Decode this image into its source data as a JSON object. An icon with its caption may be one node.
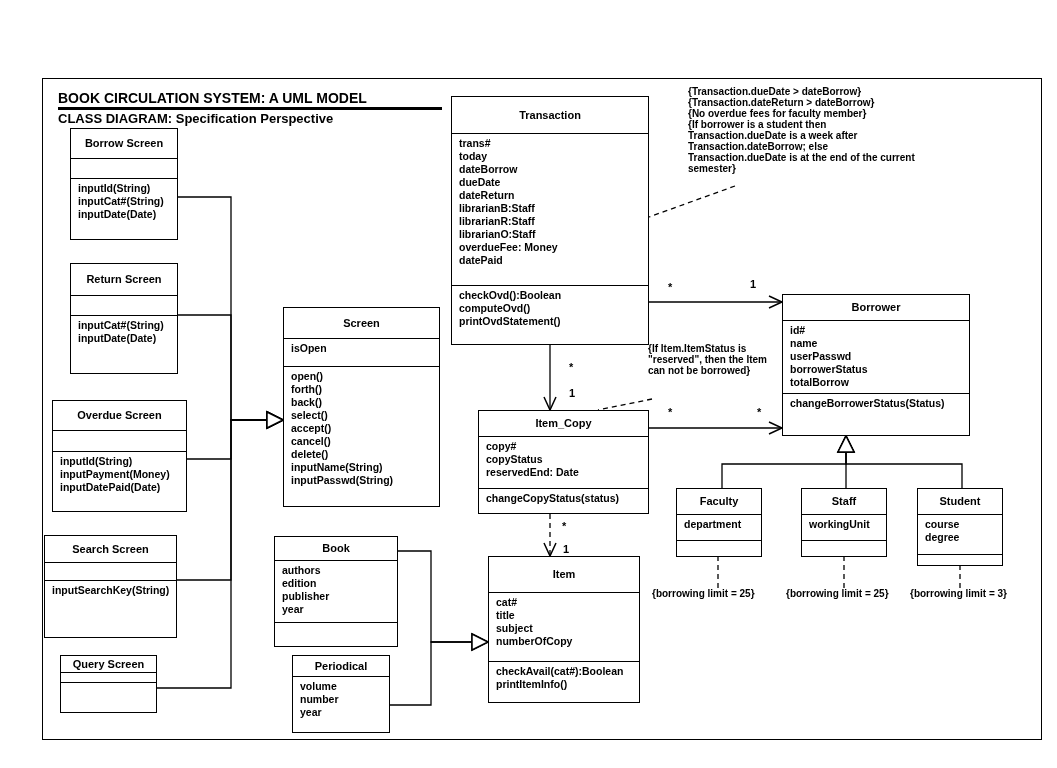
{
  "diagram": {
    "title": "BOOK CIRCULATION SYSTEM: A UML MODEL",
    "nodes": [
      {
        "text": [
          "Borrow Screen"
        ]
      },
      {
        "text": [],
        "shape": "box",
        "in": 0
      },
      {
        "text": [
          "inputId(String)",
          "inputCat#(String)",
          "inputDate(Date)"
        ],
        "in": 0
      },
      {
        "text": [
          "Transaction"
        ]
      },
      {
        "text": [
          "trans#",
          "today",
          "dateBorrow",
          "dueDate",
          "dateReturn",
          "librarianB:Staff",
          "librarianR:Staff",
          "librarianO:Staff",
          "overdueFee: Money",
          "datePaid"
        ],
        "in": 3
      },
      {
        "text": [
          "checkOvd():Boolean",
          "computeOvd()",
          "printOvdStatement()"
        ],
        "in": 3
      },
      {
        "text": [
          "{Transaction.dueDate > dateBorrow}",
          "{Transaction.dateReturn > dateBorrow}",
          "{No overdue fees for faculty member}",
          "{If borrower is a student then Transaction.dueDate is a week after Transaction.dateBorrow; else Transaction.dueDate is at the end of the current semester}"
        ]
      },
      {
        "text": [
          "Return Screen"
        ]
      },
      {
        "text": [],
        "shape": "box",
        "in": 7
      },
      {
        "text": [
          "inputCat#(String)",
          "inputDate(Date)"
        ],
        "in": 7
      },
      {
        "text": [
          "Screen"
        ]
      },
      {
        "text": [
          "isOpen"
        ],
        "in": 10
      },
      {
        "text": [
          "open()",
          "forth()",
          "back()",
          "select()",
          "accept()",
          "cancel()",
          "delete()",
          "inputName(String)",
          "inputPasswd(String)"
        ],
        "in": 10
      },
      {
        "text": [
          "Borrower"
        ]
      },
      {
        "text": [
          "id#",
          "name",
          "userPasswd",
          "borrowerStatus",
          "totalBorrow"
        ],
        "in": 13
      },
      {
        "text": [
          "changeBorrowerStatus(Status)"
        ],
        "in": 13
      },
      {
        "text": [
          "{If Item.ItemStatus is \"reserved\", then the Item can not be borrowed}"
        ]
      },
      {
        "text": [
          "Overdue Screen"
        ]
      },
      {
        "text": [],
        "shape": "box",
        "in": 17
      },
      {
        "text": [
          "inputId(String)",
          "inputPayment(Money)",
          "inputDatePaid(Date)"
        ],
        "in": 17
      },
      {
        "text": [
          "Item_Copy"
        ]
      },
      {
        "text": [
          "copy#",
          "copyStatus",
          "reservedEnd: Date"
        ],
        "in": 20
      },
      {
        "text": [
          "changeCopyStatus(status)"
        ],
        "in": 20
      },
      {
        "text": [
          "Faculty"
        ]
      },
      {
        "text": [
          "department"
        ],
        "in": 23
      },
      {
        "text": [],
        "shape": "box",
        "in": 23
      },
      {
        "text": [
          "Staff"
        ]
      },
      {
        "text": [
          "workingUnit"
        ],
        "in": 26
      },
      {
        "text": [],
        "shape": "box",
        "in": 26
      },
      {
        "text": [
          "Student"
        ]
      },
      {
        "text": [
          "course",
          "degree"
        ],
        "in": 29
      },
      {
        "text": [],
        "shape": "box",
        "in": 29
      },
      {
        "text": [
          "Search Screen"
        ]
      },
      {
        "text": [],
        "shape": "box",
        "in": 32
      },
      {
        "text": [
          "inputSearchKey(String)"
        ],
        "in": 32
      },
      {
        "text": [
          "Book"
        ]
      },
      {
        "text": [
          "authors",
          "edition",
          "publisher",
          "year"
        ],
        "in": 35
      },
      {
        "text": [],
        "shape": "box",
        "in": 35
      },
      {
        "text": [
          "Item"
        ]
      },
      {
        "text": [
          "cat#",
          "title",
          "subject",
          "numberOfCopy"
        ],
        "in": 38
      },
      {
        "text": [
          "checkAvail(cat#):Boolean",
          "printItemInfo()"
        ],
        "in": 38
      },
      {
        "text": [
          "{borrowing limit = 25}"
        ]
      },
      {
        "text": [
          "{borrowing limit = 25}"
        ]
      },
      {
        "text": [
          "{borrowing limit = 3}"
        ]
      },
      {
        "text": [
          "Query Screen"
        ]
      },
      {
        "text": [],
        "shape": "box",
        "in": 44
      },
      {
        "text": [],
        "shape": "box",
        "in": 44
      },
      {
        "text": [
          "Periodical"
        ]
      },
      {
        "text": [
          "volume",
          "number",
          "year"
        ],
        "in": 47
      }
    ],
    "edges": [
      {
        "from": 0,
        "to": 10,
        "arrow": "to"
      },
      {
        "from": 7,
        "to": 10,
        "arrow": "to"
      },
      {
        "from": 17,
        "to": 10,
        "arrow": "to"
      },
      {
        "from": 32,
        "to": 10,
        "arrow": "to"
      },
      {
        "from": 44,
        "to": 10,
        "arrow": "to"
      },
      {
        "from": 6,
        "to": 3,
        "arrow": "none",
        "style": "dashed"
      },
      {
        "from": 3,
        "to": 13,
        "arrow": "to"
      },
      {
        "from": 3,
        "to": 20,
        "arrow": "to"
      },
      {
        "from": 16,
        "to": 20,
        "arrow": "none",
        "style": "dashed"
      },
      {
        "from": 20,
        "to": 13,
        "arrow": "to"
      },
      {
        "from": 20,
        "to": 38,
        "arrow": "to",
        "style": "dashed"
      },
      {
        "from": 23,
        "to": 13,
        "arrow": "to"
      },
      {
        "from": 26,
        "to": 13,
        "arrow": "to"
      },
      {
        "from": 29,
        "to": 13,
        "arrow": "to"
      },
      {
        "from": 41,
        "to": 23,
        "arrow": "none",
        "style": "dashed"
      },
      {
        "from": 42,
        "to": 26,
        "arrow": "none",
        "style": "dashed"
      },
      {
        "from": 43,
        "to": 29,
        "arrow": "none",
        "style": "dashed"
      },
      {
        "from": 35,
        "to": 38,
        "arrow": "to"
      },
      {
        "from": 47,
        "to": 38,
        "arrow": "to"
      }
    ],
    "labels": [
      "CLASS DIAGRAM: Specification Perspective",
      "*",
      "1",
      "*",
      "1",
      "*",
      "*",
      "*",
      "1"
    ]
  }
}
